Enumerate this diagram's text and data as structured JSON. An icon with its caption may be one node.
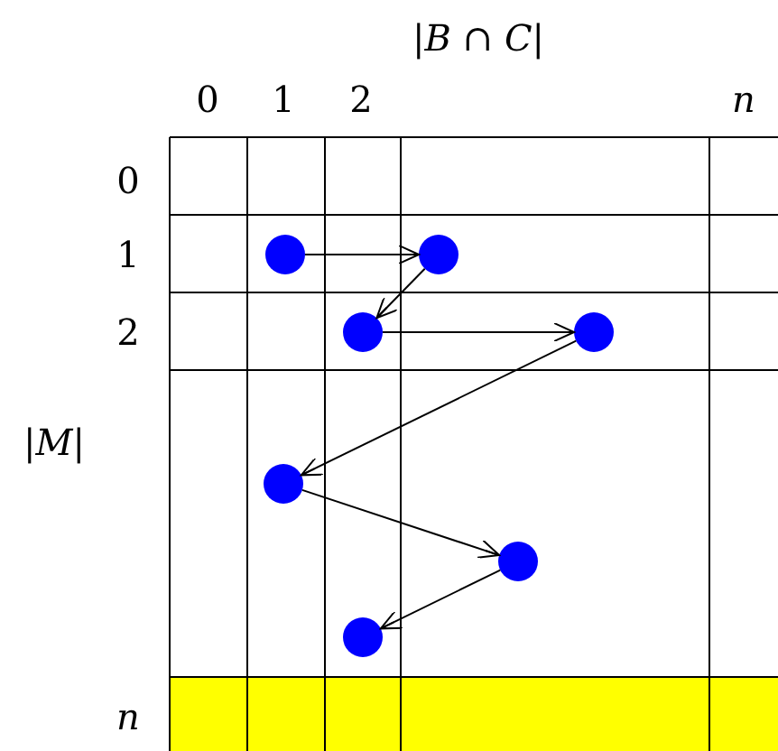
{
  "diagram": {
    "nodes": [
      {
        "text": [],
        "shape": "circle"
      },
      {
        "text": [],
        "shape": "circle"
      },
      {
        "text": [],
        "shape": "circle"
      },
      {
        "text": [],
        "shape": "circle"
      },
      {
        "text": [],
        "shape": "circle"
      },
      {
        "text": [],
        "shape": "circle"
      },
      {
        "text": [],
        "shape": "circle"
      }
    ],
    "edges": [
      {
        "from": 0,
        "to": 1,
        "arrow": "to"
      },
      {
        "from": 1,
        "to": 2,
        "arrow": "to"
      },
      {
        "from": 2,
        "to": 3,
        "arrow": "to"
      },
      {
        "from": 3,
        "to": 4,
        "arrow": "to"
      },
      {
        "from": 4,
        "to": 5,
        "arrow": "to"
      },
      {
        "from": 5,
        "to": 6,
        "arrow": "to"
      }
    ],
    "labels": [
      "|*B* ∩ *C*|",
      "0",
      "1",
      "2",
      "*n*",
      "0",
      "1",
      "2",
      "|*M*|",
      "*n*"
    ]
  }
}
